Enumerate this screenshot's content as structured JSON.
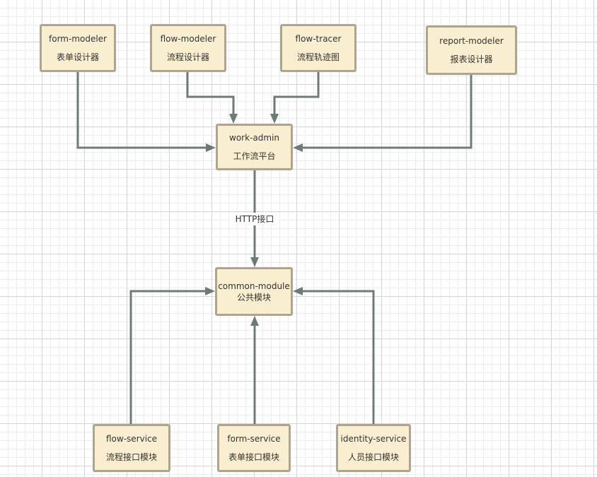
{
  "nodes": {
    "form_modeler": {
      "name": "form-modeler",
      "desc": "表单设计器"
    },
    "flow_modeler": {
      "name": "flow-modeler",
      "desc": "流程设计器"
    },
    "flow_tracer": {
      "name": "flow-tracer",
      "desc": "流程轨迹图"
    },
    "report_modeler": {
      "name": "report-modeler",
      "desc": "报表设计器"
    },
    "work_admin": {
      "name": "work-admin",
      "desc": "工作流平台"
    },
    "common_module": {
      "name": "common-module",
      "desc": "公共模块"
    },
    "flow_service": {
      "name": "flow-service",
      "desc": "流程接口模块"
    },
    "form_service": {
      "name": "form-service",
      "desc": "表单接口模块"
    },
    "identity_service": {
      "name": "identity-service",
      "desc": "人员接口模块"
    }
  },
  "edges": {
    "admin_to_common_label": "HTTP接口"
  },
  "colors": {
    "node_fill": "#f9eecf",
    "node_border": "#aea58e",
    "edge": "#6d7b78"
  }
}
